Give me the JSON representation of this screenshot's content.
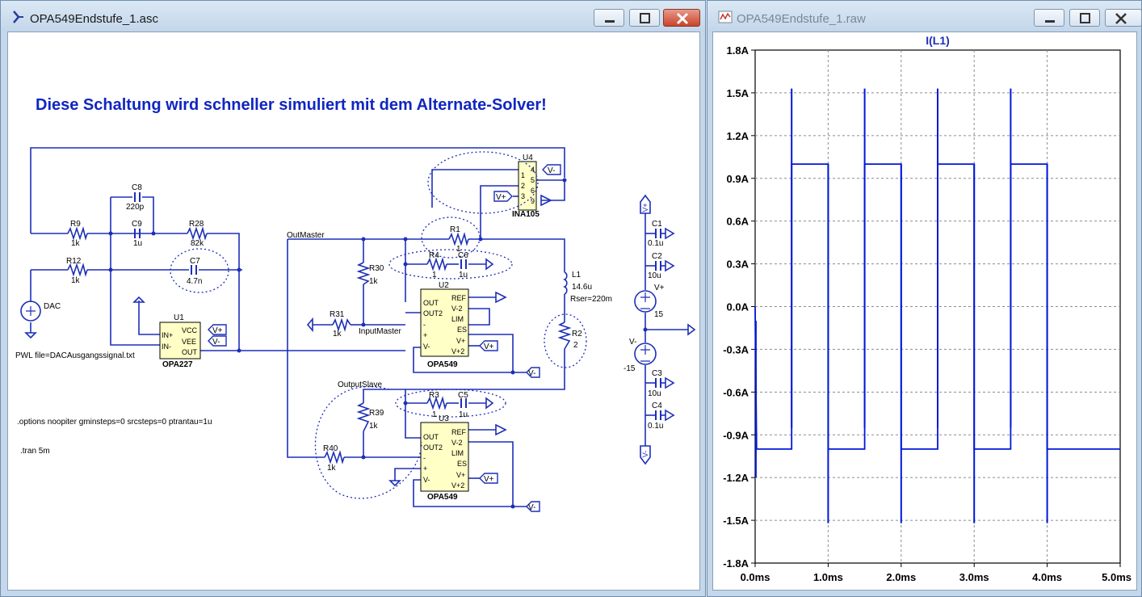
{
  "schematic_window": {
    "title": "OPA549Endstufe_1.asc",
    "banner": "Diese Schaltung wird schneller simuliert mit dem Alternate-Solver!",
    "components": {
      "R9": {
        "name": "R9",
        "value": "1k"
      },
      "R12": {
        "name": "R12",
        "value": "1k"
      },
      "C8": {
        "name": "C8",
        "value": "220p"
      },
      "C9": {
        "name": "C9",
        "value": "1u"
      },
      "R28": {
        "name": "R28",
        "value": "82k"
      },
      "C7": {
        "name": "C7",
        "value": "4.7n"
      },
      "DAC": {
        "name": "DAC"
      },
      "U1": {
        "name": "U1",
        "part": "OPA227",
        "pins": [
          "IN+",
          "IN-",
          "VCC",
          "VEE",
          "OUT"
        ]
      },
      "R30": {
        "name": "R30",
        "value": "1k"
      },
      "R31": {
        "name": "R31",
        "value": "1k"
      },
      "R1": {
        "name": "R1",
        "value": "1"
      },
      "R4": {
        "name": "R4",
        "value": "1"
      },
      "C6": {
        "name": "C6",
        "value": "1u"
      },
      "U2": {
        "name": "U2",
        "part": "OPA549"
      },
      "U3": {
        "name": "U3",
        "part": "OPA549"
      },
      "U4": {
        "name": "U4",
        "part": "INA105",
        "pins": [
          "4",
          "1",
          "5",
          "2",
          "6",
          "3",
          "9"
        ]
      },
      "L1": {
        "name": "L1",
        "value": "14.6u",
        "rser": "Rser=220m"
      },
      "R2": {
        "name": "R2",
        "value": "2"
      },
      "R3": {
        "name": "R3",
        "value": "1"
      },
      "C5": {
        "name": "C5",
        "value": "1u"
      },
      "R39": {
        "name": "R39",
        "value": "1k"
      },
      "R40": {
        "name": "R40",
        "value": "1k"
      },
      "C1": {
        "name": "C1",
        "value": "0.1u"
      },
      "C2": {
        "name": "C2",
        "value": "10u"
      },
      "C3": {
        "name": "C3",
        "value": "10u"
      },
      "C4": {
        "name": "C4",
        "value": "0.1u"
      },
      "VP": {
        "name": "V+",
        "value": "15"
      },
      "VM": {
        "name": "V-",
        "value": "-15"
      }
    },
    "opa549_pins_left": [
      "OUT",
      "OUT2",
      "-",
      "+",
      "V-"
    ],
    "opa549_pins_right": [
      "REF",
      "V-2",
      "LIM",
      "ES",
      "V+",
      "V+2"
    ],
    "net_labels": {
      "out_master": "OutMaster",
      "input_master": "InputMaster",
      "output_slave": "OutputSlave"
    },
    "flags": {
      "vplus": "V+",
      "vminus": "V-"
    },
    "directives": {
      "pwl": "PWL file=DACAusgangssignal.txt",
      "options": ".options noopiter gminsteps=0 srcsteps=0 ptrantau=1u",
      "tran": ".tran 5m"
    }
  },
  "waveform_window": {
    "title": "OPA549Endstufe_1.raw",
    "colors": {
      "trace": "#0018d8",
      "grid": "#8c8c8c"
    },
    "chart_data": {
      "type": "line",
      "title": "I(L1)",
      "xlabel": "",
      "ylabel": "",
      "xlim": [
        0,
        5
      ],
      "ylim": [
        -1.8,
        1.8
      ],
      "x_tick_labels": [
        "0.0ms",
        "1.0ms",
        "2.0ms",
        "3.0ms",
        "4.0ms",
        "5.0ms"
      ],
      "y_tick_labels": [
        "1.8A",
        "1.5A",
        "1.2A",
        "0.9A",
        "0.6A",
        "0.3A",
        "0.0A",
        "-0.3A",
        "-0.6A",
        "-0.9A",
        "-1.2A",
        "-1.5A",
        "-1.8A"
      ],
      "x_ticks": [
        0,
        1,
        2,
        3,
        4,
        5
      ],
      "y_ticks": [
        1.8,
        1.5,
        1.2,
        0.9,
        0.6,
        0.3,
        0.0,
        -0.3,
        -0.6,
        -0.9,
        -1.2,
        -1.5,
        -1.8
      ],
      "grid": true,
      "series": [
        {
          "points": [
            [
              0,
              0.0
            ],
            [
              0.02,
              -1.0
            ],
            [
              0.5,
              -1.0
            ],
            [
              0.5,
              1.0
            ],
            [
              1.0,
              1.0
            ],
            [
              1.0,
              -1.0
            ],
            [
              1.5,
              -1.0
            ],
            [
              1.5,
              1.0
            ],
            [
              2.0,
              1.0
            ],
            [
              2.0,
              -1.0
            ],
            [
              2.5,
              -1.0
            ],
            [
              2.5,
              1.0
            ],
            [
              3.0,
              1.0
            ],
            [
              3.0,
              -1.0
            ],
            [
              3.5,
              -1.0
            ],
            [
              3.5,
              1.0
            ],
            [
              4.0,
              1.0
            ],
            [
              4.0,
              -1.0
            ],
            [
              5.0,
              -1.0
            ]
          ],
          "spikes": [
            [
              0.01,
              -0.1,
              -1.2
            ],
            [
              0.5,
              -0.85,
              1.53
            ],
            [
              1.0,
              -1.52,
              1.0
            ],
            [
              1.5,
              -0.85,
              1.53
            ],
            [
              2.0,
              -1.52,
              1.0
            ],
            [
              2.5,
              -0.85,
              1.53
            ],
            [
              3.0,
              -1.52,
              1.0
            ],
            [
              3.5,
              -0.85,
              1.53
            ],
            [
              4.0,
              -1.52,
              1.0
            ]
          ]
        }
      ]
    }
  }
}
